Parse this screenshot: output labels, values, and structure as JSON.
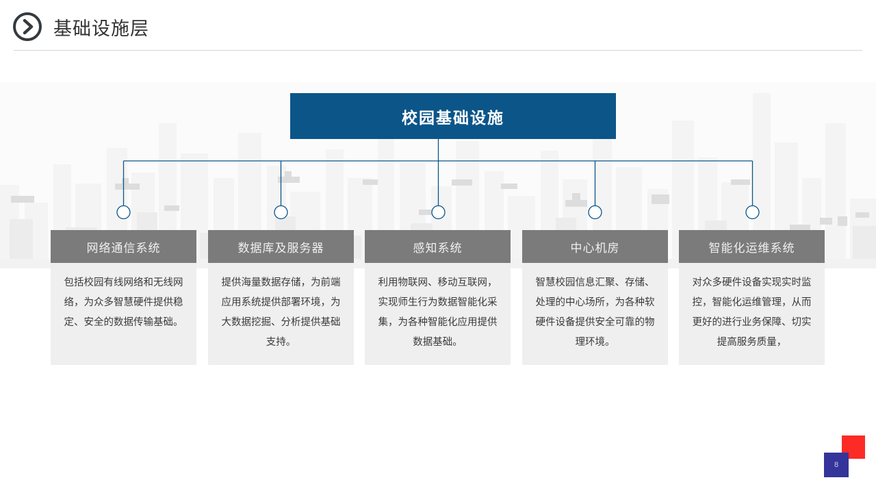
{
  "header": {
    "icon": "chevron-right-circle-icon",
    "title": "基础设施层"
  },
  "diagram": {
    "root": {
      "label": "校园基础设施",
      "color": "#0b5589"
    },
    "connector_color": "#0b5589",
    "node_header_color": "#7b7b7b",
    "node_body_color": "#efefef",
    "nodes": [
      {
        "title": "网络通信系统",
        "desc": "包括校园有线网络和无线网络，为众多智慧硬件提供稳定、安全的数据传输基础。"
      },
      {
        "title": "数据库及服务器",
        "desc": "提供海量数据存储，为前端应用系统提供部署环境，为大数据挖掘、分析提供基础支持。"
      },
      {
        "title": "感知系统",
        "desc": "利用物联网、移动互联网，实现师生行为数据智能化采集，为各种智能化应用提供数据基础。"
      },
      {
        "title": "中心机房",
        "desc": "智慧校园信息汇聚、存储、处理的中心场所，为各种软硬件设备提供安全可靠的物理环境。"
      },
      {
        "title": "智能化运维系统",
        "desc": "对众多硬件设备实现实时监控，智能化运维管理，从而更好的进行业务保障、切实提高服务质量，"
      }
    ]
  },
  "footer": {
    "page_number": "8",
    "blue_color": "#34349b",
    "red_color": "#fd2b25"
  }
}
